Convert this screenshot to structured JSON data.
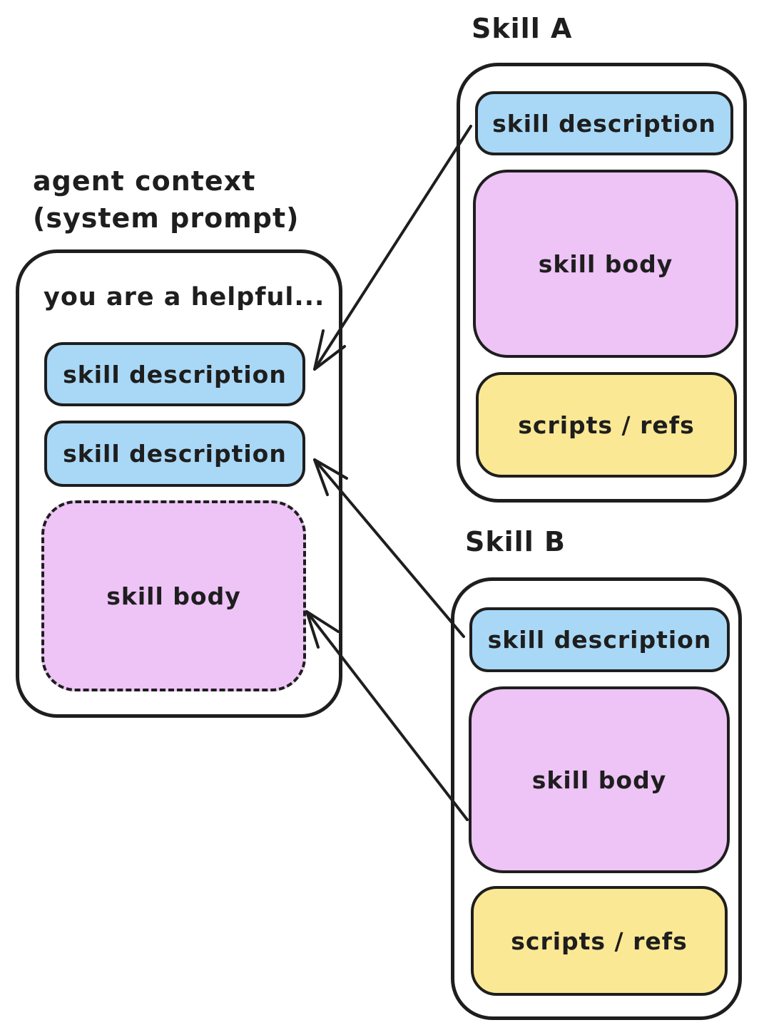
{
  "agent": {
    "title": "agent context\n(system prompt)",
    "intro": "you are a helpful...",
    "skill_descriptions": [
      "skill description",
      "skill description"
    ],
    "skill_body": "skill body"
  },
  "skill_a": {
    "title": "Skill A",
    "description": "skill description",
    "body": "skill body",
    "scripts": "scripts / refs"
  },
  "skill_b": {
    "title": "Skill B",
    "description": "skill description",
    "body": "skill body",
    "scripts": "scripts / refs"
  },
  "colors": {
    "stroke": "#1e1e1e",
    "blue": "#a9d8f6",
    "pink": "#eec3f6",
    "yellow": "#fbe894",
    "background": "#ffffff"
  }
}
